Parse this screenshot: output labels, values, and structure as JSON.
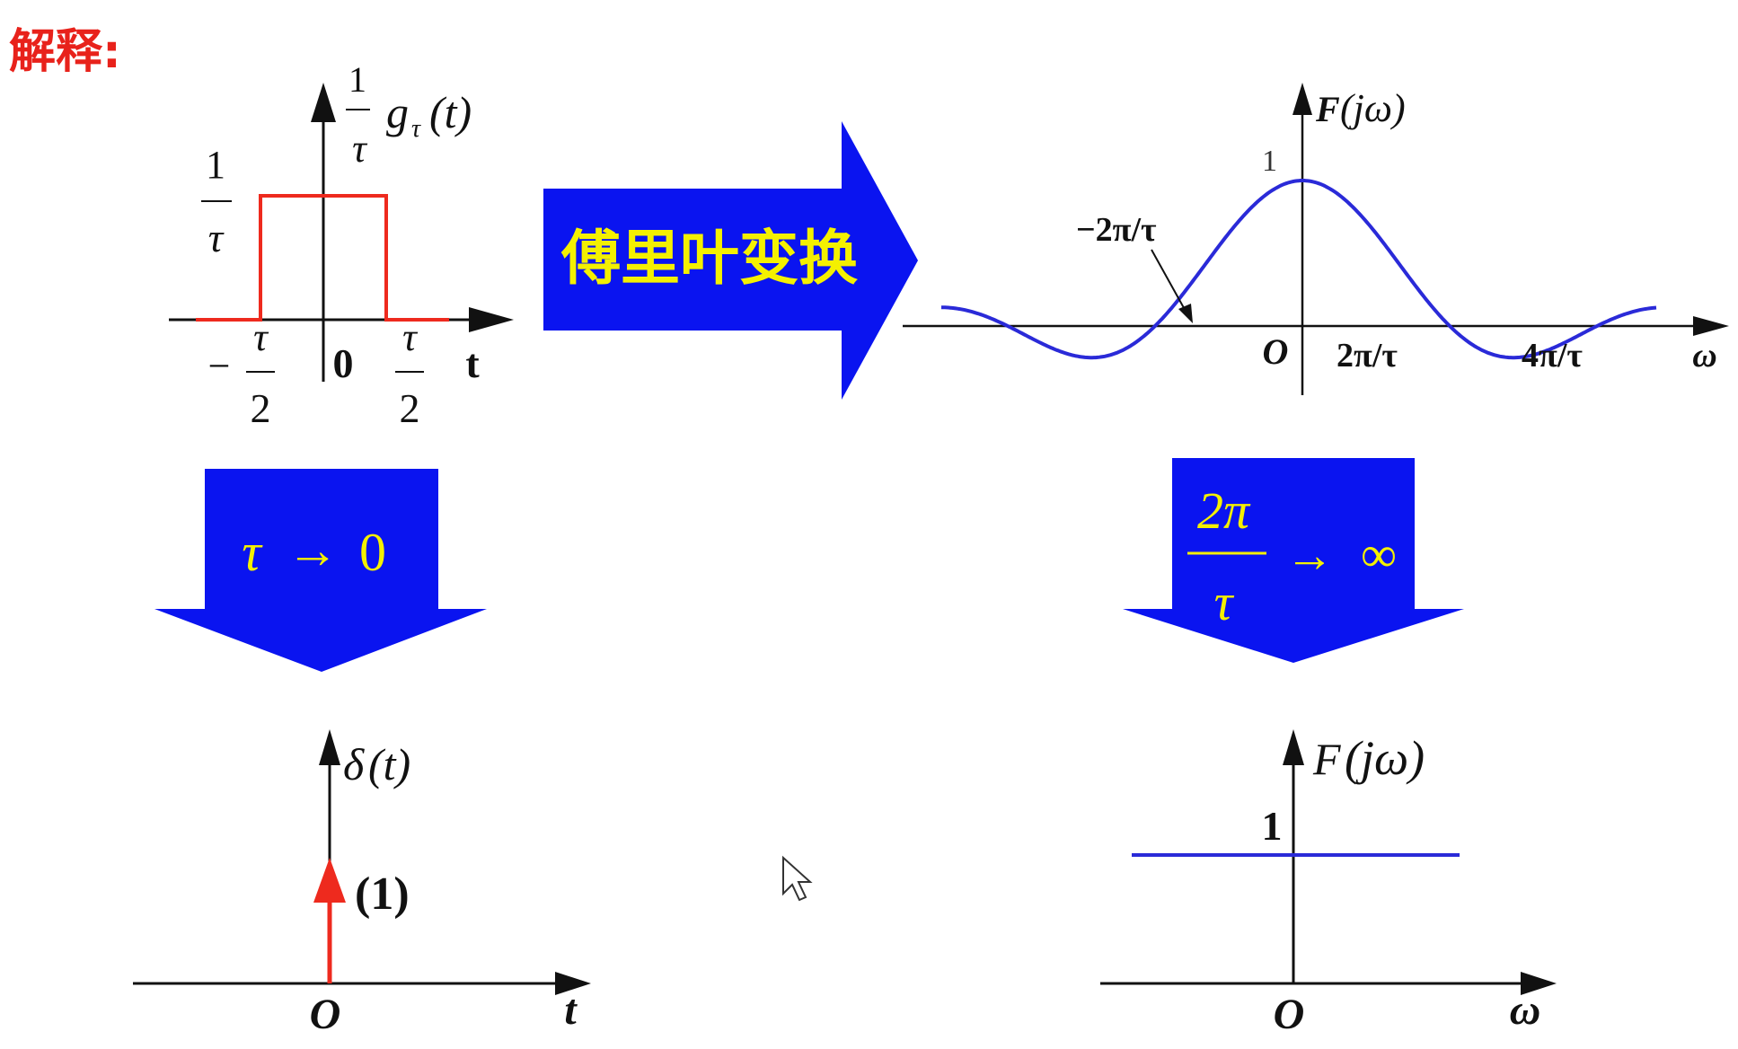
{
  "colors": {
    "header_red": "#e8221b",
    "pulse_red": "#ee2a1e",
    "curve_blue": "#2a2ad8",
    "arrow_blue": "#0a14f0",
    "arrow_text_yellow": "#f4f000",
    "axis_black": "#111111"
  },
  "header": {
    "title": "解释:"
  },
  "gate_plot": {
    "y_label_num": "1",
    "y_label_den": "τ",
    "y_label_func": "g",
    "y_label_sub": "τ",
    "y_label_arg": "(t)",
    "level_num": "1",
    "level_den": "τ",
    "left_tick_sign": "−",
    "left_tick_num": "τ",
    "left_tick_den": "2",
    "origin": "0",
    "right_tick_num": "τ",
    "right_tick_den": "2",
    "x_label": "t"
  },
  "arrow_right": {
    "label": "傅里叶变换"
  },
  "sinc_plot": {
    "y_label_F": "F",
    "y_label_arg": "(jω)",
    "peak": "1",
    "annotation": "−2π/τ",
    "origin": "O",
    "tick1": "2π/τ",
    "tick2": "4π/τ",
    "x_label": "ω"
  },
  "arrow_down_left": {
    "lhs": "τ",
    "arrow": "→",
    "rhs": "0"
  },
  "arrow_down_right": {
    "num": "2π",
    "den": "τ",
    "arrow": "→",
    "rhs": "∞"
  },
  "delta_plot": {
    "y_label_func": "δ",
    "y_label_arg": "(t)",
    "weight": "(1)",
    "origin": "O",
    "x_label": "t"
  },
  "flat_plot": {
    "y_label_F": "F",
    "y_label_arg": "(jω)",
    "level": "1",
    "origin": "O",
    "x_label": "ω"
  }
}
